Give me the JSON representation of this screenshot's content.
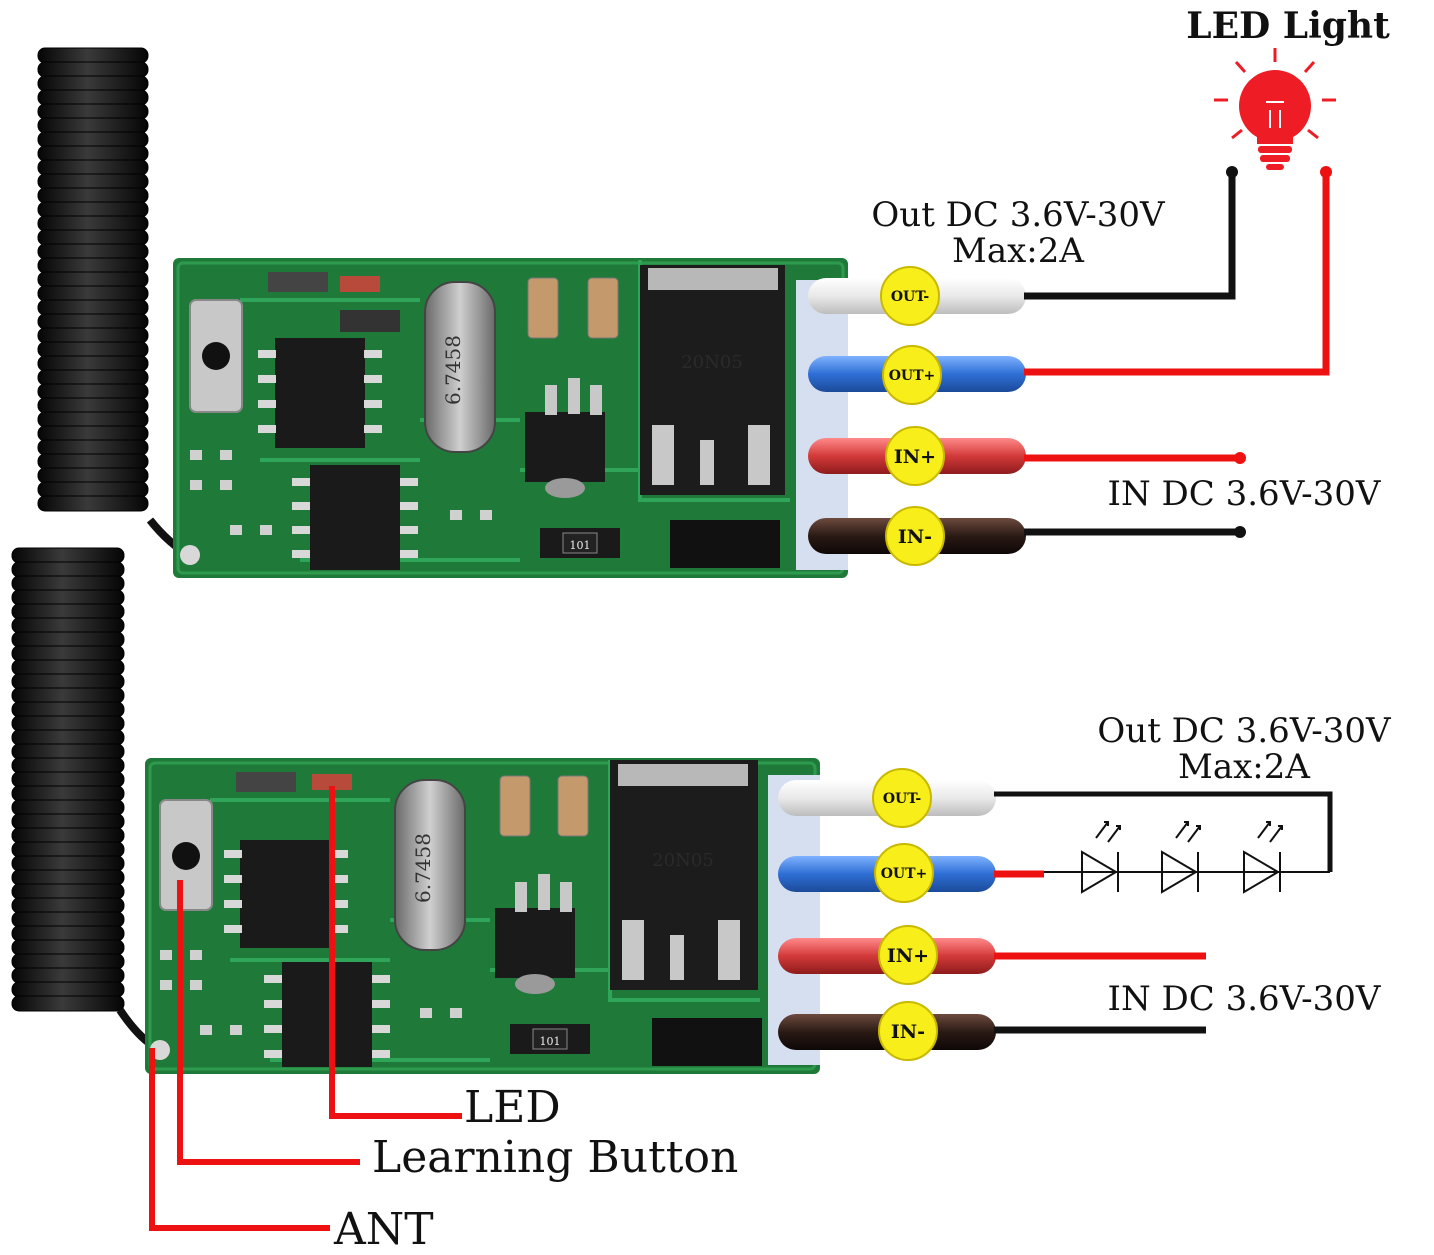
{
  "top": {
    "led_light_label": "LED Light",
    "out_label_line1": "Out DC 3.6V-30V",
    "out_label_line2": "Max:2A",
    "in_label": "IN DC 3.6V-30V",
    "terminals": [
      "OUT-",
      "OUT+",
      "IN+",
      "IN-"
    ]
  },
  "bottom": {
    "out_label_line1": "Out DC 3.6V-30V",
    "out_label_line2": "Max:2A",
    "in_label": "IN DC 3.6V-30V",
    "terminals": [
      "OUT-",
      "OUT+",
      "IN+",
      "IN-"
    ],
    "callouts": {
      "led": "LED",
      "learning_button": "Learning Button",
      "ant": "ANT"
    }
  },
  "chip_markings": {
    "crystal": "6.7458",
    "mosfet": "20N05",
    "resistor": "101"
  },
  "colors": {
    "pcb": "#1f7a3a",
    "pcb_dark": "#155c2a",
    "wire_red": "#ee1111",
    "wire_black": "#111111",
    "terminal_badge": "#f7ee1a",
    "bulb_red": "#ee1c24"
  }
}
